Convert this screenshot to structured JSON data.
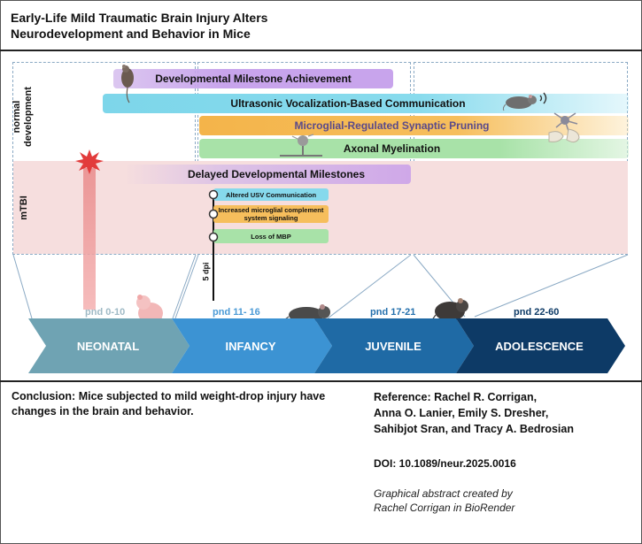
{
  "title": {
    "line1": "Early-Life Mild Traumatic Brain Injury Alters",
    "line2": "Neurodevelopment and Behavior in Mice"
  },
  "rows": {
    "normal_development": "normal development",
    "mtbi": "mTBI"
  },
  "normal_bars": [
    {
      "label": "Developmental Milestone Achievement",
      "color": "#c8a4ec"
    },
    {
      "label": "Ultrasonic Vocalization-Based Communication",
      "color": "#86d9ec"
    },
    {
      "label": "Microglial-Regulated Synaptic Pruning",
      "color": "#f6be5c"
    },
    {
      "label": "Axonal Myelination",
      "color": "#a8e2a8"
    }
  ],
  "mtbi_bar": {
    "label": "Delayed Developmental Milestones",
    "color": "#cfa8e8"
  },
  "mtbi_findings": [
    {
      "label": "Altered USV Communication",
      "color": "#86d9ec"
    },
    {
      "label": "Increased microglial complement system signaling",
      "color": "#f6be5c"
    },
    {
      "label": "Loss of MBP",
      "color": "#a8e2a8"
    }
  ],
  "dpi_label": "5 dpi",
  "stages": [
    {
      "pnd": "pnd 0-10",
      "name": "NEONATAL",
      "color": "#6fa3b3",
      "pnd_color": "#9fbac6"
    },
    {
      "pnd": "pnd 11- 16",
      "name": "INFANCY",
      "color": "#3c93d3",
      "pnd_color": "#4a9ad6"
    },
    {
      "pnd": "pnd 17-21",
      "name": "JUVENILE",
      "color": "#1f6aa5",
      "pnd_color": "#2470ad"
    },
    {
      "pnd": "pnd 22-60",
      "name": "ADOLESCENCE",
      "color": "#0d3a66",
      "pnd_color": "#0d3a66"
    }
  ],
  "conclusion": "Conclusion: Mice subjected to mild weight-drop injury have changes in the brain and behavior.",
  "reference": {
    "line1": "Reference: Rachel R. Corrigan,",
    "line2": "Anna O. Lanier, Emily S. Dresher,",
    "line3": "Sahibjot Sran, and Tracy A. Bedrosian"
  },
  "doi": "DOI: 10.1089/neur.2025.0016",
  "credit": {
    "line1": "Graphical abstract created by",
    "line2": "Rachel Corrigan in BioRender"
  },
  "colors": {
    "panel_dash": "#8aa9c4",
    "mtbi_band": "#f6dede",
    "injury_star": "#e23b3b",
    "injury_beam": "#f2a0a0"
  }
}
